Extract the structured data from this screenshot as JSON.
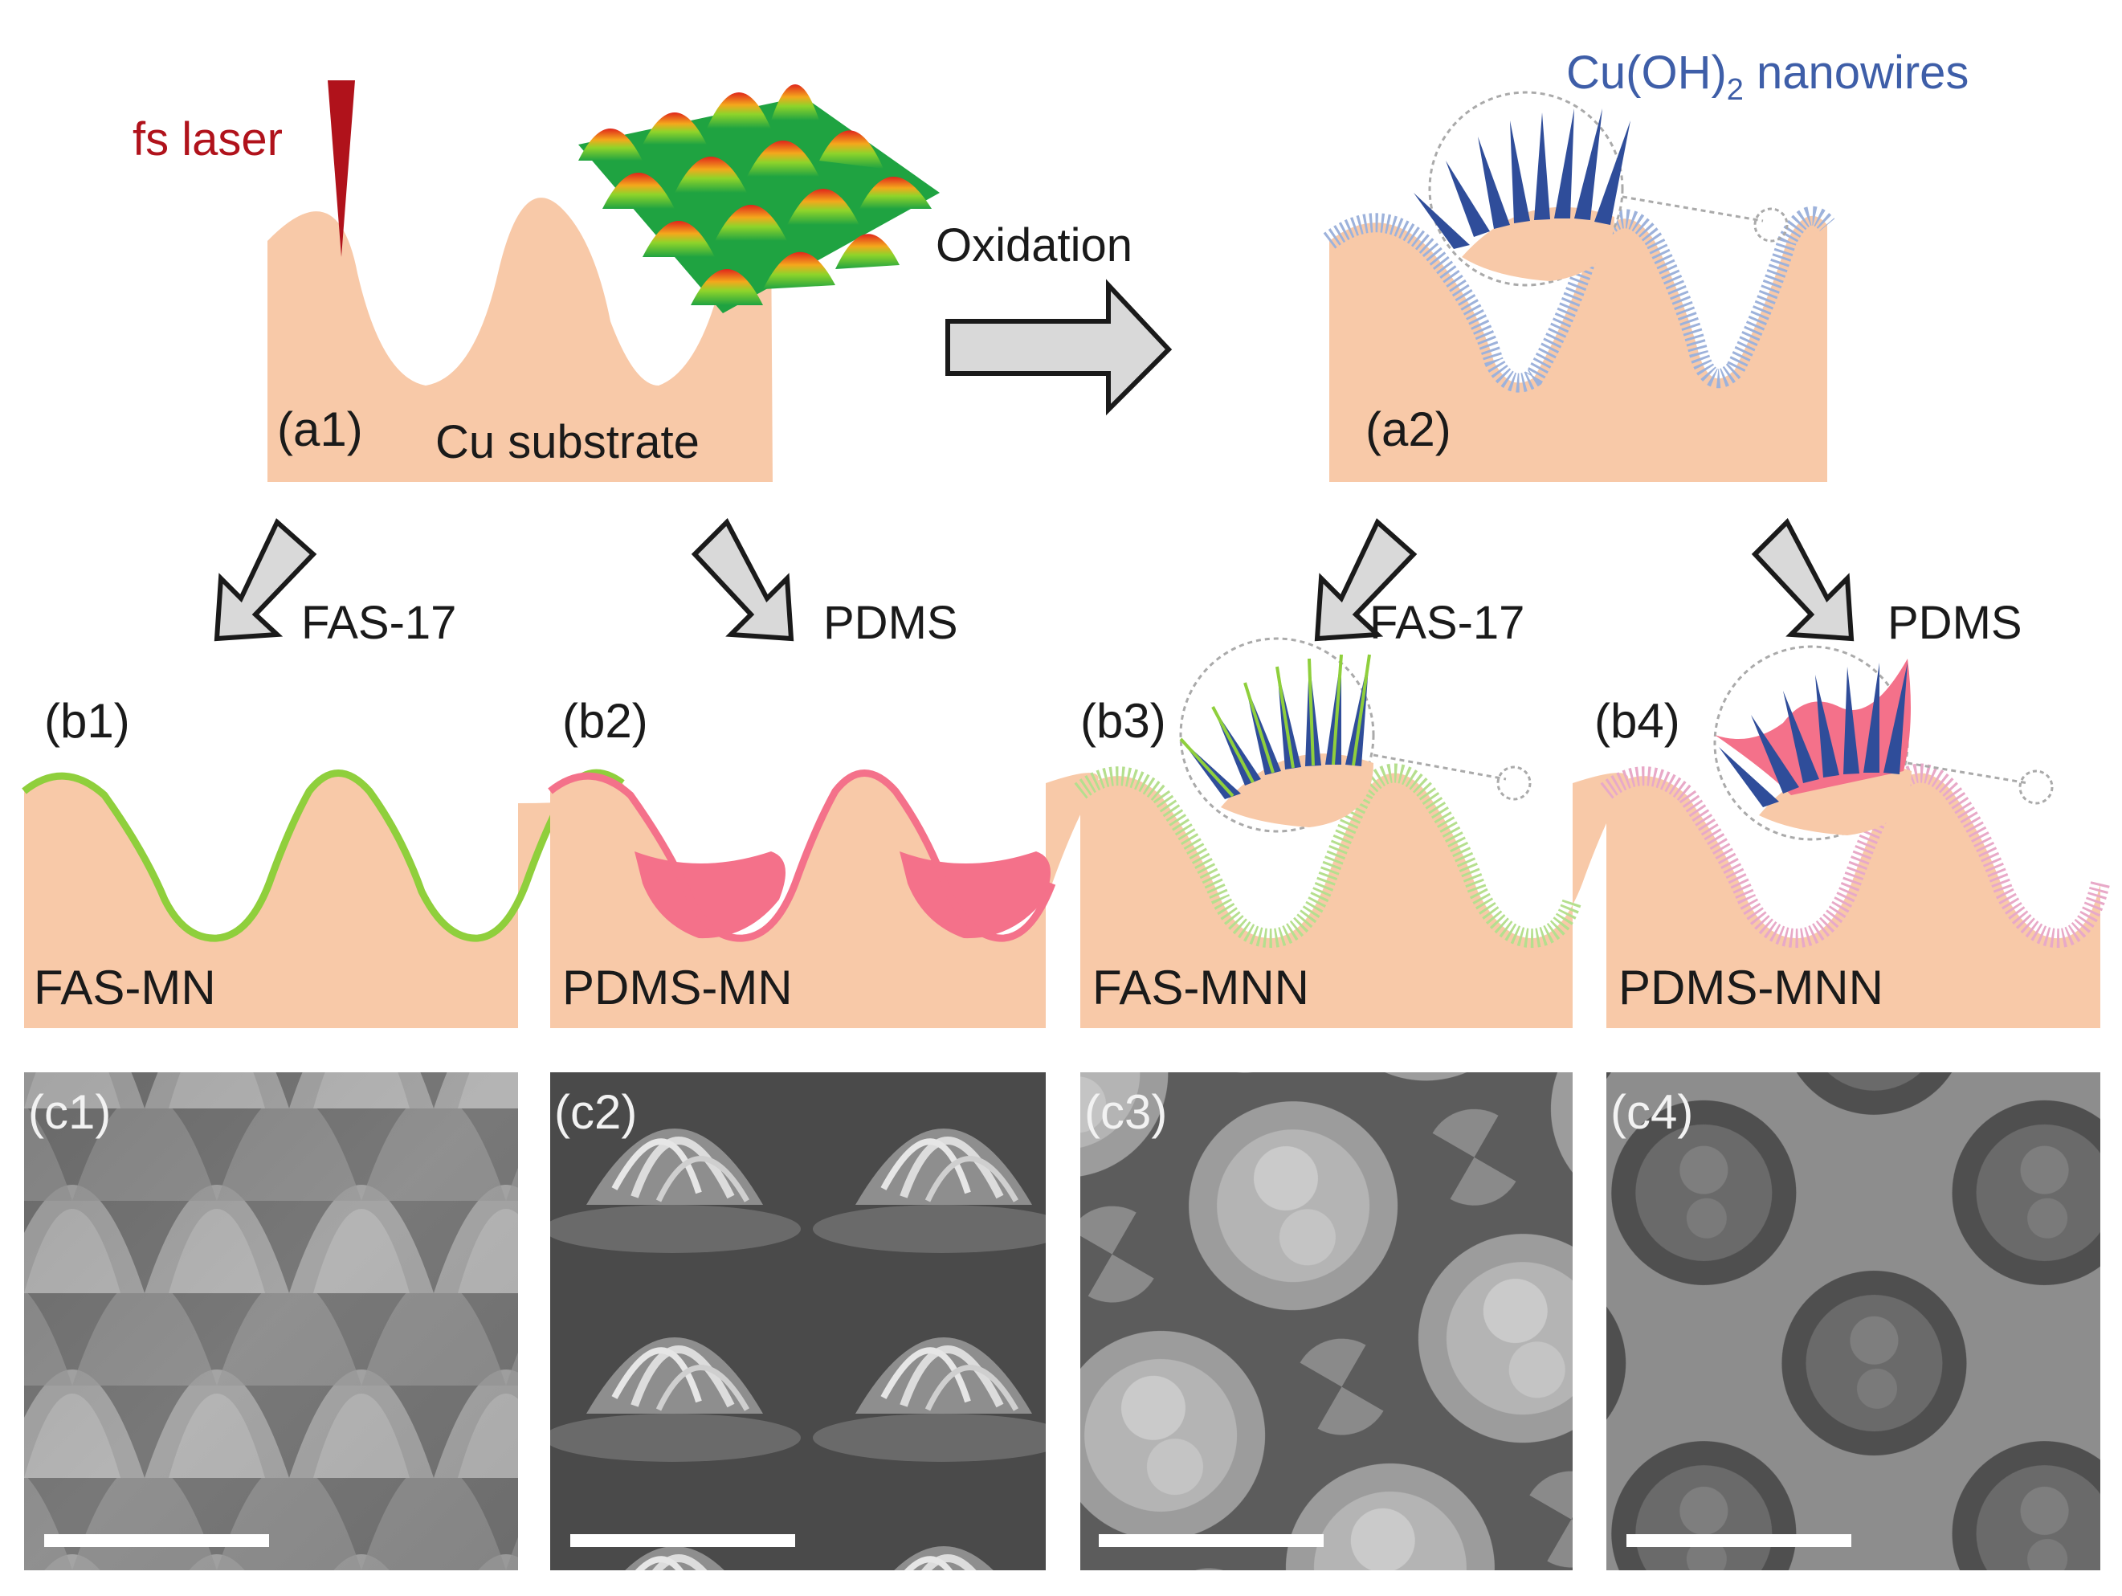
{
  "top": {
    "laser_label": "fs laser",
    "process_label": "Oxidation",
    "nanowires_label": "Cu(OH)",
    "nanowires_sub": "2",
    "nanowires_suffix": " nanowires",
    "substrate_label": "Cu substrate",
    "a1": "(a1)",
    "a2": "(a2)"
  },
  "arrows": {
    "fas": "FAS-17",
    "pdms": "PDMS"
  },
  "panels_b": [
    {
      "label": "(b1)",
      "name": "FAS-MN"
    },
    {
      "label": "(b2)",
      "name": "PDMS-MN"
    },
    {
      "label": "(b3)",
      "name": "FAS-MNN"
    },
    {
      "label": "(b4)",
      "name": "PDMS-MNN"
    }
  ],
  "panels_c": [
    {
      "label": "(c1)"
    },
    {
      "label": "(c2)"
    },
    {
      "label": "(c3)"
    },
    {
      "label": "(c4)"
    }
  ],
  "colors": {
    "substrate": "#f8c9a8",
    "laser": "#b0121b",
    "nanowire_blue": "#2f4d9a",
    "fas_green": "#8fcf3c",
    "pdms_pink": "#f4718a",
    "arrow_fill": "#d9d9d9"
  }
}
